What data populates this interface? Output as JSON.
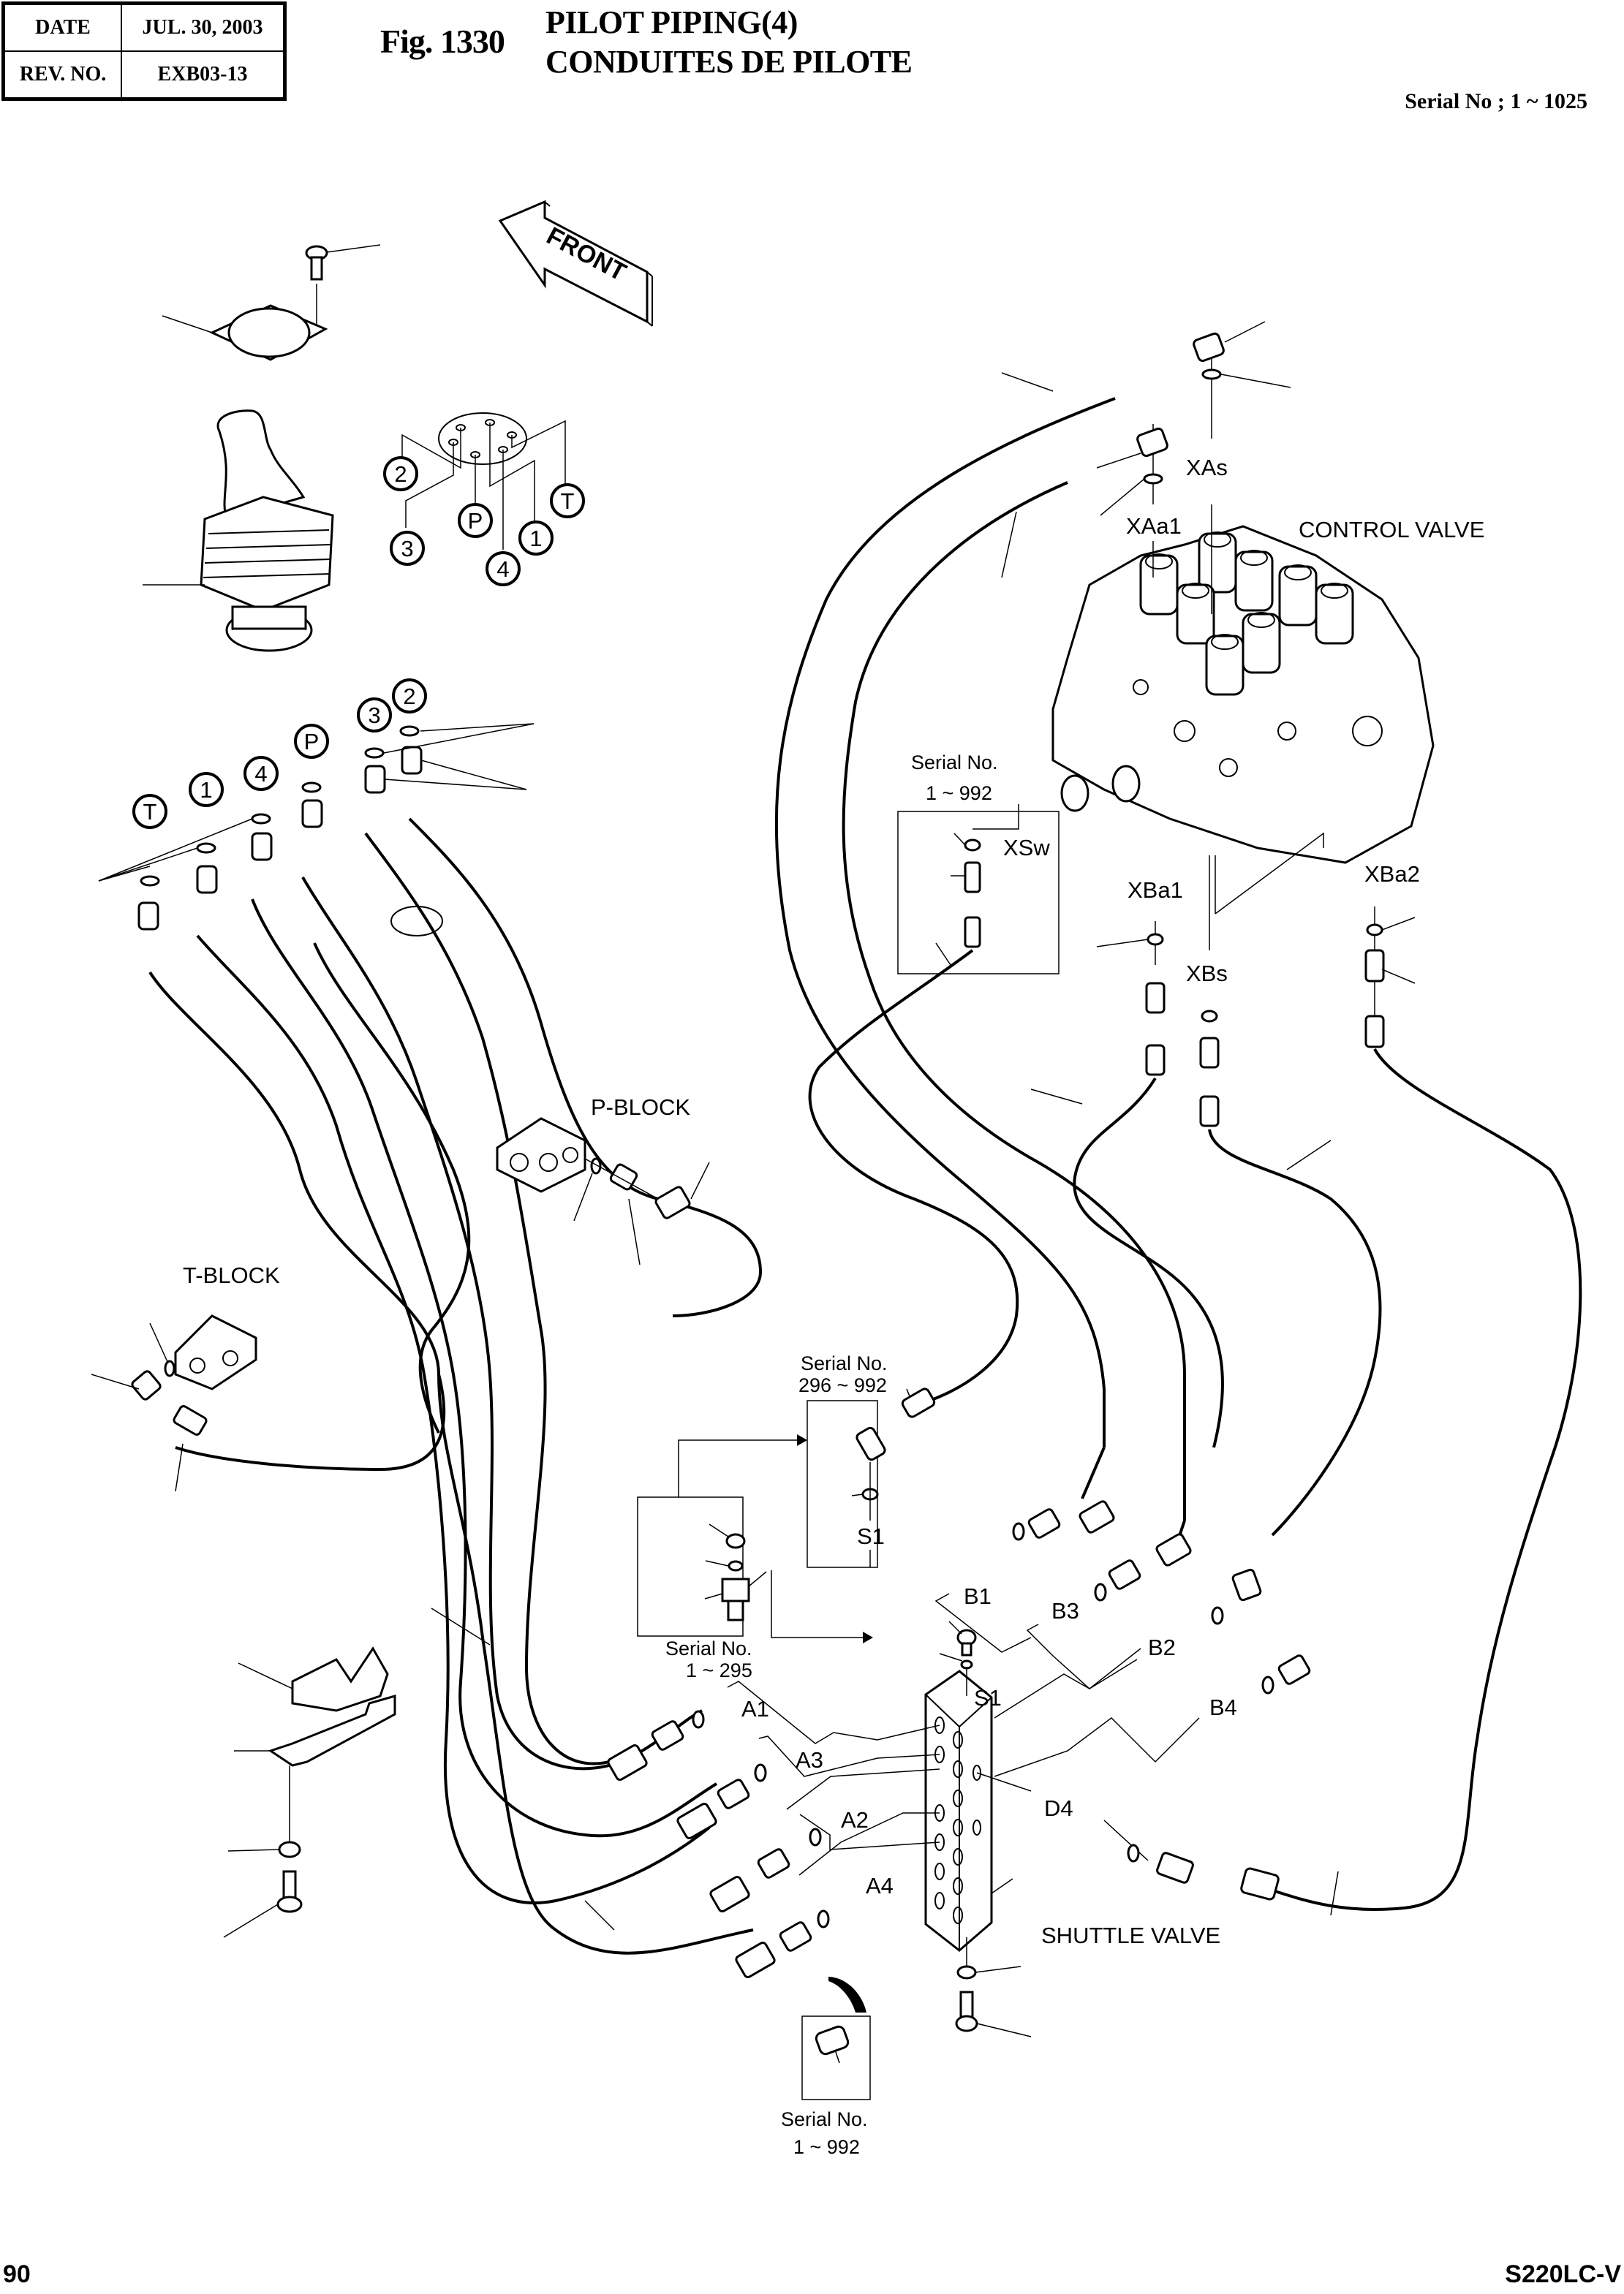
{
  "header": {
    "date_label": "DATE",
    "date_value": "JUL. 30, 2003",
    "rev_label": "REV. NO.",
    "rev_value": "EXB03-13",
    "fig_number": "Fig. 1330",
    "title_en": "PILOT PIPING(4)",
    "title_fr": "CONDUITES DE PILOTE",
    "serial_range": "Serial No ; 1 ~ 1025"
  },
  "footer": {
    "page_number": "90",
    "model": "S220LC-V"
  },
  "diagram": {
    "front_arrow": "FRONT",
    "port_callouts_top": [
      "2",
      "3",
      "P",
      "4",
      "1",
      "T"
    ],
    "port_callouts_fittings": [
      "T",
      "1",
      "4",
      "P",
      "3",
      "2"
    ],
    "components": {
      "control_valve": "CONTROL VALVE",
      "p_block": "P-BLOCK",
      "t_block": "T-BLOCK",
      "shuttle_valve": "SHUTTLE VALVE"
    },
    "control_valve_ports": {
      "xas": "XAs",
      "xaa1": "XAa1",
      "xsw": "XSw",
      "xba1": "XBa1",
      "xba2": "XBa2",
      "xbs": "XBs"
    },
    "shuttle_valve_ports": {
      "a1": "A1",
      "a2": "A2",
      "a3": "A3",
      "a4": "A4",
      "b1": "B1",
      "b2": "B2",
      "b3": "B3",
      "b4": "B4",
      "d4": "D4",
      "s1_inset": "S1",
      "s1_valve": "S1"
    },
    "serial_notes": {
      "cv_inset_label": "Serial No.",
      "cv_inset_range": "1 ~ 992",
      "s1_new_label": "Serial No.",
      "s1_new_range": "296 ~ 992",
      "s1_old_label": "Serial No.",
      "s1_old_range": "1 ~ 295",
      "bottom_inset_label": "Serial No.",
      "bottom_inset_range": "1 ~ 992"
    }
  }
}
